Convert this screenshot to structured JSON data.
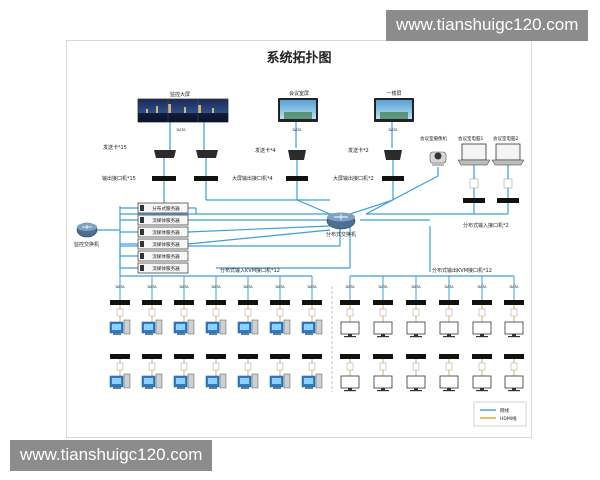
{
  "watermark": {
    "top_text": "www.tianshuigc120.com",
    "bottom_text": "www.tianshuigc120.com"
  },
  "title": "系统拓扑图",
  "displays": {
    "monitor_wall": "监控大屏",
    "meeting_screen": "会议室屏",
    "floor_screen": "一楼屏"
  },
  "labels": {
    "sender_15": "发送卡*15",
    "sender_4": "发送卡*4",
    "sender_2": "发送卡*2",
    "out_15": "输出接口机*15",
    "out_4": "大屏输出接口机*4",
    "out_2": "大屏输出接口机*2",
    "camera": "会议室摄像机",
    "pc1": "会议室电脑1",
    "pc2": "会议室电脑2",
    "kvm_in_2": "分布式输入接口机*2",
    "monitor_switch": "监控交换机",
    "core_switch": "分布式交换机",
    "kvm_in_12": "分布式输入KVM接口机*12",
    "kvm_out_12": "分布式输出KVM接口机*12",
    "data_tag": "DATA"
  },
  "servers": [
    "分布式服务器",
    "流媒体服务器",
    "流媒体服务器",
    "流媒体服务器",
    "流媒体服务器",
    "流媒体服务器"
  ],
  "legend": [
    {
      "label": "网线",
      "color": "#3aa0d8"
    },
    {
      "label": "HDMI线",
      "color": "#e0a030"
    }
  ],
  "colors": {
    "line": "#3aa0d8",
    "device": "#222222",
    "pc_blue": "#2a7fd0"
  }
}
